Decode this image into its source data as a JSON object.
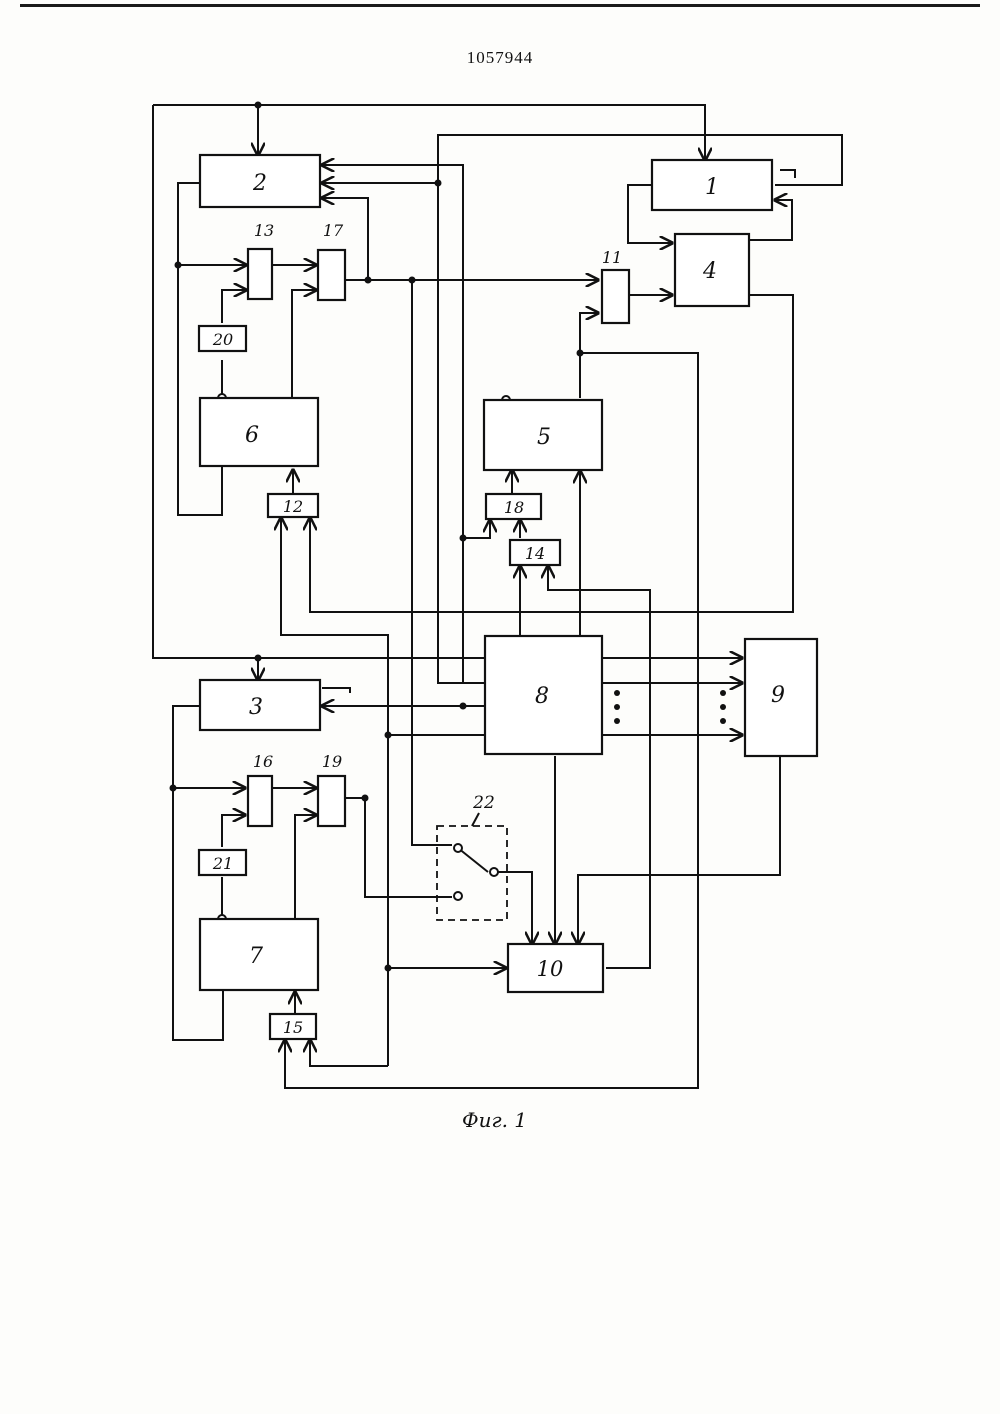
{
  "header": {
    "patent_number": "1057944"
  },
  "figure": {
    "caption": "Фиг. 1"
  },
  "blocks": {
    "b1": "1",
    "b2": "2",
    "b3": "3",
    "b4": "4",
    "b5": "5",
    "b6": "6",
    "b7": "7",
    "b8": "8",
    "b9": "9",
    "b10": "10",
    "b11": "11",
    "b12": "12",
    "b13": "13",
    "b14": "14",
    "b15": "15",
    "b16": "16",
    "b17": "17",
    "b18": "18",
    "b19": "19",
    "b20": "20",
    "b21": "21",
    "b22": "22"
  }
}
